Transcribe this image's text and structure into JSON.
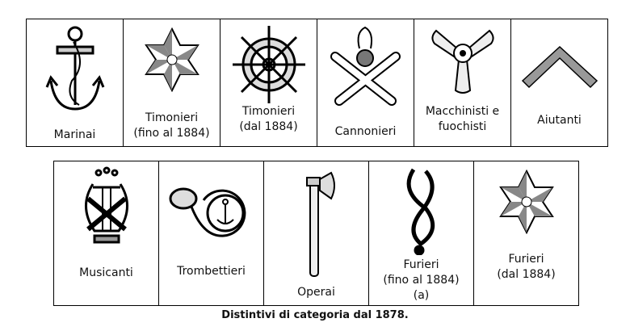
{
  "row1": [
    {
      "label1": "Marinai",
      "label2": "",
      "icon": "anchor-icon"
    },
    {
      "label1": "Timonieri",
      "label2": "(fino al 1884)",
      "icon": "star-icon"
    },
    {
      "label1": "Timonieri",
      "label2": "(dal 1884)",
      "icon": "ship-wheel-icon"
    },
    {
      "label1": "Cannonieri",
      "label2": "",
      "icon": "crossed-cannons-icon"
    },
    {
      "label1": "Macchinisti e",
      "label2": "fuochisti",
      "icon": "propeller-icon"
    },
    {
      "label1": "Aiutanti",
      "label2": "",
      "icon": "chevron-icon"
    }
  ],
  "row2": [
    {
      "label1": "Musicanti",
      "label2": "",
      "label3": "",
      "icon": "lyre-icon"
    },
    {
      "label1": "Trombettieri",
      "label2": "",
      "label3": "",
      "icon": "bugle-icon"
    },
    {
      "label1": "Operai",
      "label2": "",
      "label3": "",
      "icon": "axe-icon"
    },
    {
      "label1": "Furieri",
      "label2": "(fino al 1884)",
      "label3": "(a)",
      "icon": "rope-knot-icon"
    },
    {
      "label1": "Furieri",
      "label2": "(dal 1884)",
      "label3": "",
      "icon": "star-icon"
    }
  ],
  "caption": "Distintivi di categoria dal 1878."
}
